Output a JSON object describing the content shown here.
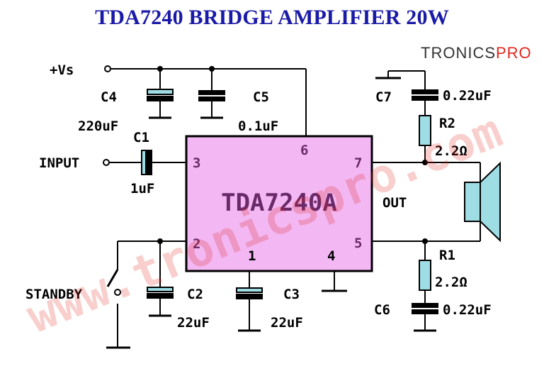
{
  "title": "TDA7240 BRIDGE AMPLIFIER 20W",
  "logo": {
    "part1": "TRONICS",
    "part2": "PRO"
  },
  "watermark": "www.tronicspro.com",
  "ic": {
    "name": "TDA7240A",
    "pins": [
      "1",
      "2",
      "3",
      "4",
      "5",
      "6",
      "7"
    ]
  },
  "supply": "+Vs",
  "input": "INPUT",
  "output": "OUT",
  "standby": "STANDBY",
  "components": {
    "c1": {
      "name": "C1",
      "value": "1uF"
    },
    "c2": {
      "name": "C2",
      "value": "22uF"
    },
    "c3": {
      "name": "C3",
      "value": "22uF"
    },
    "c4": {
      "name": "C4",
      "value": "220uF"
    },
    "c5": {
      "name": "C5",
      "value": "0.1uF"
    },
    "c6": {
      "name": "C6",
      "value": "0.22uF"
    },
    "c7": {
      "name": "C7",
      "value": "0.22uF"
    },
    "r1": {
      "name": "R1",
      "value": "2.2Ω"
    },
    "r2": {
      "name": "R2",
      "value": "2.2Ω"
    }
  },
  "colors": {
    "ic_fill": "#f3b7f3",
    "ic_text": "#6a2a6a",
    "wire": "#000000",
    "component_fill": "#9fdde5",
    "title": "#1a1aa8",
    "watermark": "#e0261c"
  }
}
